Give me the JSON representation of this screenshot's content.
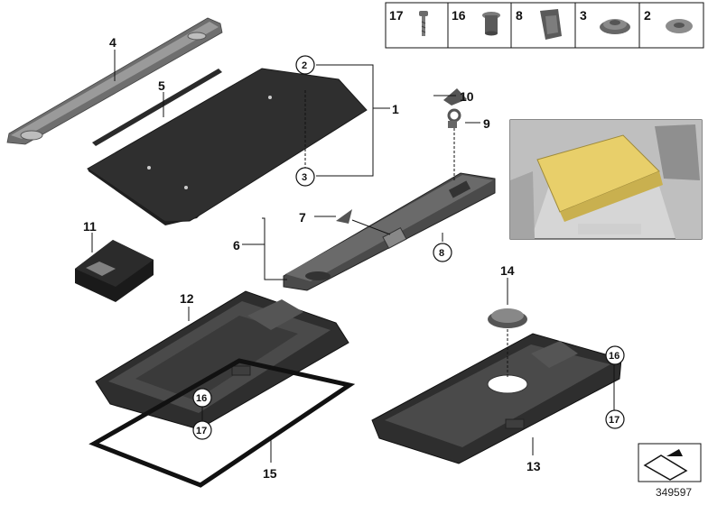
{
  "header_parts": [
    {
      "number": "17",
      "icon": "bolt-icon"
    },
    {
      "number": "16",
      "icon": "expanding-rivet-icon"
    },
    {
      "number": "8",
      "icon": "clip-nut-icon"
    },
    {
      "number": "3",
      "icon": "push-button-fastener-icon"
    },
    {
      "number": "2",
      "icon": "flat-rivet-icon"
    }
  ],
  "callouts": {
    "p1": "1",
    "p2": "2",
    "p3": "3",
    "p4": "4",
    "p5": "5",
    "p6": "6",
    "p7": "7",
    "p8": "8",
    "p9": "9",
    "p10": "10",
    "p11": "11",
    "p12": "12",
    "p13": "13",
    "p14": "14",
    "p15": "15",
    "p16a": "16",
    "p17a": "17",
    "p16b": "16",
    "p17b": "17"
  },
  "reference_number": "349597",
  "colors": {
    "part_dark": "#3a3a3a",
    "part_mid": "#5a5a5a",
    "part_light": "#8a8a8a",
    "highlight": "#e8cf6a"
  }
}
